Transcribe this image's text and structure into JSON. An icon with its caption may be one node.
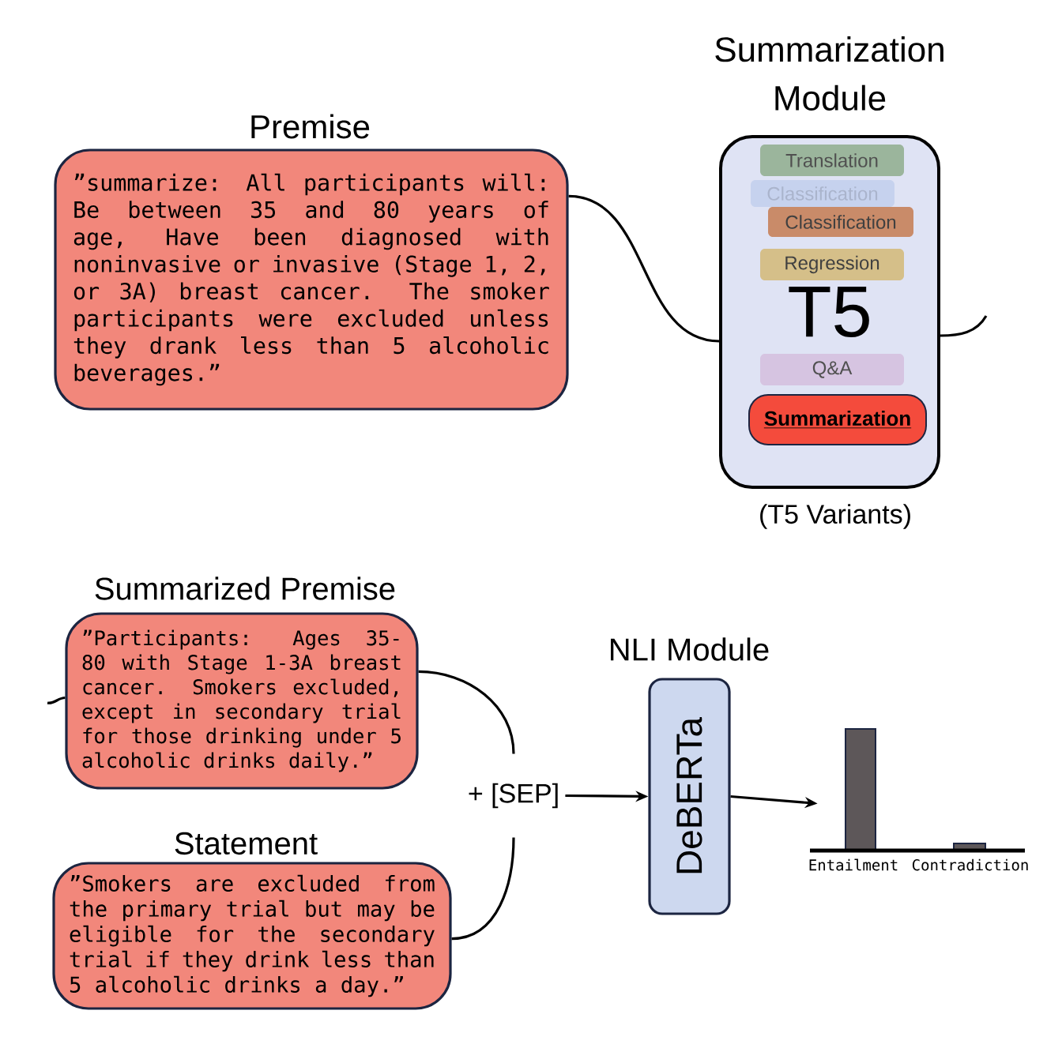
{
  "diagram": {
    "nodes": [
      {
        "text": [
          "Premise",
          "”summarize: All participants will: Be between 35 and 80 years of age, Have been diagnosed with noninvasive or invasive (Stage 1, 2, or 3A) breast cancer. The smoker participants were excluded unless they drank less than 5 alcoholic beverages.”"
        ]
      },
      {
        "text": [
          "Summarization Module",
          "T5"
        ],
        "beside": [
          "(T5 Variants)"
        ]
      },
      {
        "text": [
          "Translation"
        ],
        "in": 1
      },
      {
        "text": [
          "Classification"
        ],
        "in": 1
      },
      {
        "text": [
          "Classification"
        ],
        "in": 1
      },
      {
        "text": [
          "Regression"
        ],
        "in": 1
      },
      {
        "text": [
          "Q&A"
        ],
        "in": 1
      },
      {
        "text": [
          "Summarization"
        ],
        "in": 1
      },
      {
        "text": [
          "Summarized Premise",
          "”Participants: Ages 35-80 with Stage 1-3A breast cancer. Smokers excluded, except in secondary trial for those drinking under 5 alcoholic drinks daily.”"
        ]
      },
      {
        "text": [
          "Statement",
          "”Smokers are excluded from the primary trial but may be eligible for the secondary trial if they drink less than 5 alcoholic drinks a day.”"
        ]
      },
      {
        "text": [
          "+ [SEP]"
        ]
      },
      {
        "text": [
          "NLI Module",
          "DeBERTa"
        ]
      },
      {
        "text": [
          "Entailment",
          "Contradiction"
        ]
      }
    ],
    "edges": [
      {
        "from": 0,
        "to": 1,
        "arrow": "none"
      },
      {
        "from": 1,
        "to": null,
        "arrow": "none"
      },
      {
        "from": null,
        "to": 8,
        "arrow": "none"
      },
      {
        "from": 8,
        "to": 10,
        "arrow": "none"
      },
      {
        "from": 9,
        "to": 10,
        "arrow": "none"
      },
      {
        "from": 10,
        "to": 11,
        "arrow": "to"
      },
      {
        "from": 11,
        "to": 12,
        "arrow": "to"
      }
    ]
  }
}
